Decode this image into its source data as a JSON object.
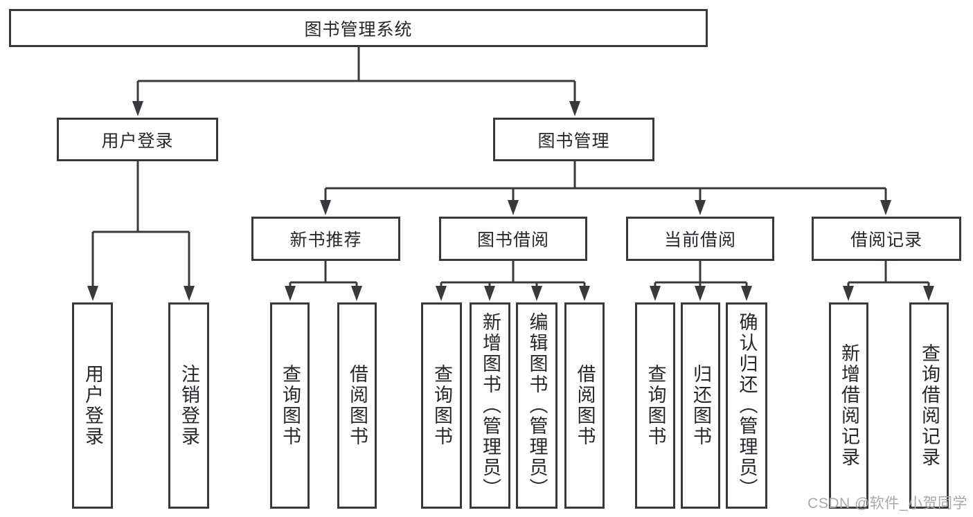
{
  "diagram": {
    "title_node": "图书管理系统",
    "branches": [
      {
        "label": "用户登录",
        "children": [
          "用户登录",
          "注销登录"
        ]
      },
      {
        "label": "图书管理",
        "children": [
          {
            "label": "新书推荐",
            "children": [
              "查询图书",
              "借阅图书"
            ]
          },
          {
            "label": "图书借阅",
            "children": [
              "查询图书",
              "新增图书（管理员）",
              "编辑图书（管理员）",
              "借阅图书"
            ]
          },
          {
            "label": "当前借阅",
            "children": [
              "查询图书",
              "归还图书",
              "确认归还（管理员）"
            ]
          },
          {
            "label": "借阅记录",
            "children": [
              "新增借阅记录",
              "查询借阅记录"
            ]
          }
        ]
      }
    ]
  },
  "watermark": "CSDN @软件_小贺同学",
  "colors": {
    "line": "#37393d",
    "text": "#26272b",
    "watermark": "#a8a8a8",
    "background": "#ffffff"
  }
}
